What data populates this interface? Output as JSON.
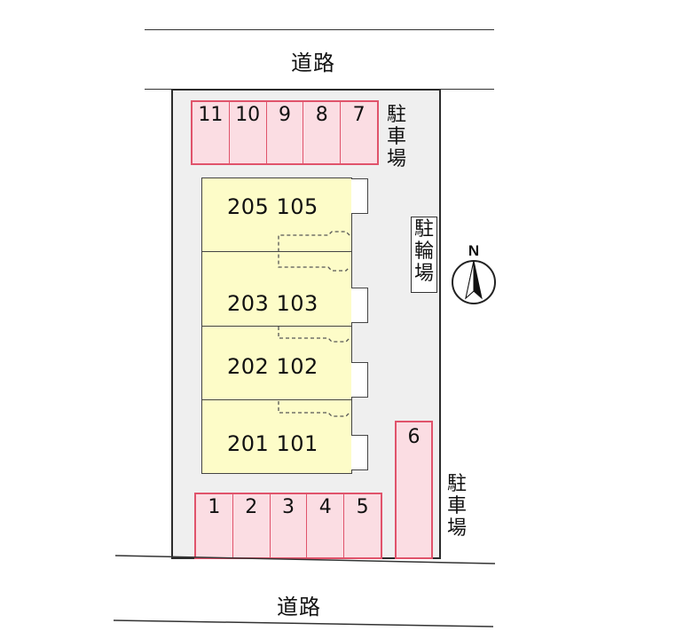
{
  "roads": {
    "top_label": "道路",
    "bottom_label": "道路"
  },
  "parking": {
    "label": "駐車場",
    "label_chars": [
      "駐",
      "車",
      "場"
    ],
    "top_row": [
      "11",
      "10",
      "9",
      "8",
      "7"
    ],
    "bottom_row": [
      "1",
      "2",
      "3",
      "4",
      "5"
    ],
    "side_space": "6"
  },
  "bicycle": {
    "label": "駐輪場",
    "label_chars": [
      "駐",
      "輪",
      "場"
    ]
  },
  "compass": {
    "label": "N"
  },
  "units": [
    {
      "rooms": "205 105"
    },
    {
      "rooms": "203 103"
    },
    {
      "rooms": "202 102"
    },
    {
      "rooms": "201 101"
    }
  ]
}
